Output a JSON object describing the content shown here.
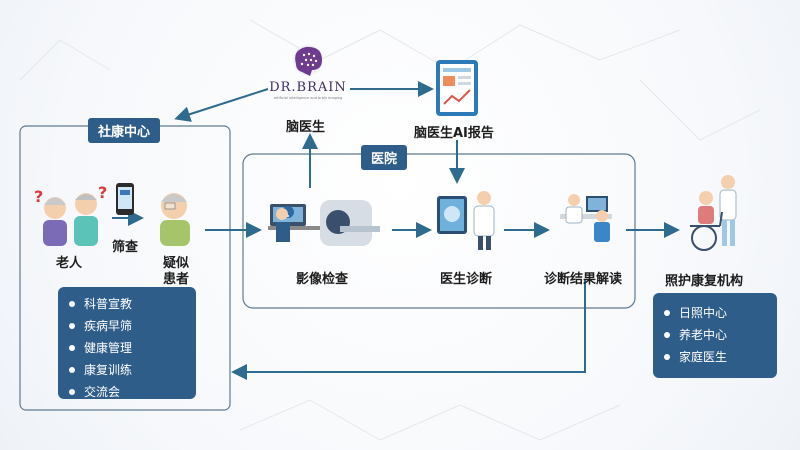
{
  "community_center": {
    "title": "社康中心",
    "elderly_label": "老人",
    "screening_label": "筛查",
    "suspected_label_1": "疑似",
    "suspected_label_2": "患者",
    "services": [
      "科普宣教",
      "疾病早筛",
      "健康管理",
      "康复训练",
      "交流会"
    ]
  },
  "brand": {
    "logo_text": "DR.BRAIN",
    "logo_subtext": "artificial intelligence and brain imaging",
    "name": "脑医生",
    "report_label": "脑医生AI报告"
  },
  "hospital": {
    "title": "医院",
    "steps": [
      "影像检查",
      "医生诊断",
      "诊断结果解读"
    ]
  },
  "rehab": {
    "title": "照护康复机构",
    "services": [
      "日照中心",
      "养老中心",
      "家庭医生"
    ]
  },
  "colors": {
    "panel": "#2f5d8a",
    "arrow": "#2e6b8f",
    "frame": "#5f7b90"
  }
}
